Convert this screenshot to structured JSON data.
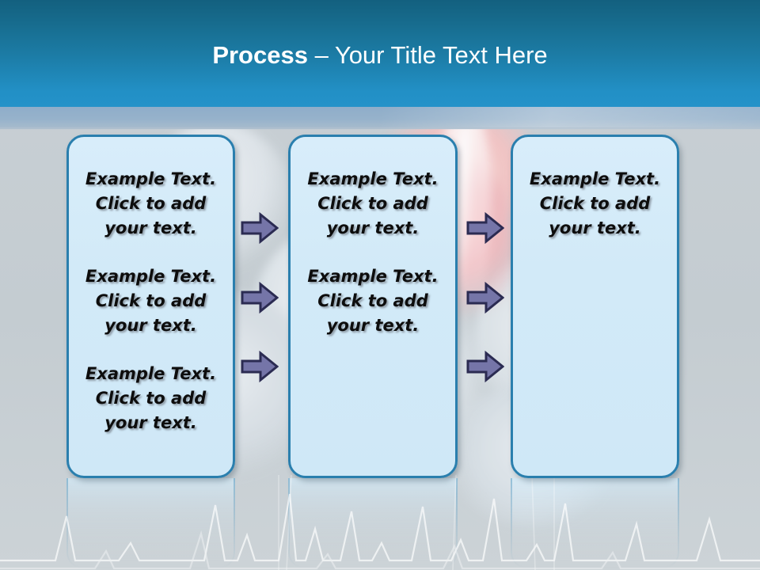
{
  "slide": {
    "title": {
      "strong": "Process",
      "rest": " – Your Title Text Here"
    },
    "theme": {
      "header_top_color": "#13607f",
      "header_bottom_color": "#2492c9",
      "band_color": "#91aeca",
      "canvas_color": "#c6cdd2",
      "box_fill_color": "#d2eaf8",
      "box_border_color": "#2a7fae",
      "arrow_fill_color": "#7575a8",
      "arrow_outline_color": "#2b2b52",
      "text_color": "#0d0d0d"
    },
    "placeholder_text": "Example Text. Click  to add your text.",
    "boxes": [
      {
        "name": "process-box-1",
        "blocks": [
          "Example Text. Click  to add your text.",
          "Example Text. Click  to add your text.",
          "Example Text. Click  to add your text."
        ]
      },
      {
        "name": "process-box-2",
        "blocks": [
          "Example Text. Click  to add your text.",
          "Example Text. Click  to add your text."
        ]
      },
      {
        "name": "process-box-3",
        "blocks": [
          "Example Text. Click  to add your text."
        ]
      }
    ],
    "arrow_columns": [
      {
        "name": "arrow-column-1",
        "count": 3
      },
      {
        "name": "arrow-column-2",
        "count": 3
      }
    ]
  }
}
